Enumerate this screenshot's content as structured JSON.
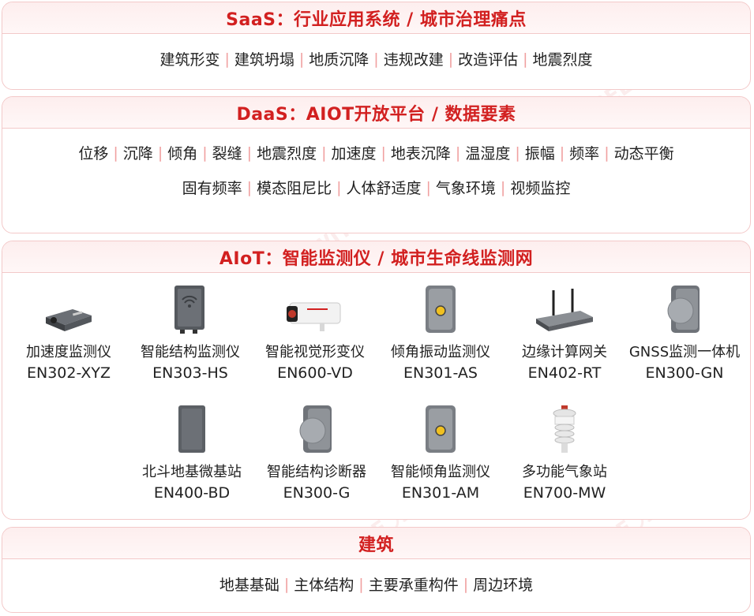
{
  "saas": {
    "title": "SaaS：行业应用系统 / 城市治理痛点",
    "items": [
      "建筑形变",
      "建筑坍塌",
      "地质沉降",
      "违规改建",
      "改造评估",
      "地震烈度"
    ]
  },
  "daas": {
    "title": "DaaS：AIOT开放平台 / 数据要素",
    "row1": [
      "位移",
      "沉降",
      "倾角",
      "裂缝",
      "地震烈度",
      "加速度",
      "地表沉降",
      "温湿度",
      "振幅",
      "频率",
      "动态平衡"
    ],
    "row2": [
      "固有频率",
      "模态阻尼比",
      "人体舒适度",
      "气象环境",
      "视频监控"
    ]
  },
  "aiot": {
    "title": "AIoT：智能监测仪 / 城市生命线监测网",
    "devices": [
      {
        "name": "加速度监测仪",
        "model": "EN302-XYZ",
        "icon": "accelerometer-icon"
      },
      {
        "name": "智能结构监测仪",
        "model": "EN303-HS",
        "icon": "structure-monitor-icon"
      },
      {
        "name": "智能视觉形变仪",
        "model": "EN600-VD",
        "icon": "camera-icon"
      },
      {
        "name": "倾角振动监测仪",
        "model": "EN301-AS",
        "icon": "tilt-vibration-icon"
      },
      {
        "name": "边缘计算网关",
        "model": "EN402-RT",
        "icon": "gateway-icon"
      },
      {
        "name": "GNSS监测一体机",
        "model": "EN300-GN",
        "icon": "gnss-icon"
      },
      {
        "name": "北斗地基微基站",
        "model": "EN400-BD",
        "icon": "beidou-station-icon"
      },
      {
        "name": "智能结构诊断器",
        "model": "EN300-G",
        "icon": "structure-diagnoser-icon"
      },
      {
        "name": "智能倾角监测仪",
        "model": "EN301-AM",
        "icon": "tilt-monitor-icon"
      },
      {
        "name": "多功能气象站",
        "model": "EN700-MW",
        "icon": "weather-station-icon"
      }
    ]
  },
  "building": {
    "title": "建筑",
    "items": [
      "地基基础",
      "主体结构",
      "主要承重构件",
      "周边环境"
    ]
  },
  "watermark": "WITBEE 万宾",
  "colors": {
    "accent": "#d22020",
    "border": "#f3c9c9",
    "separator": "#f0a0a0"
  }
}
